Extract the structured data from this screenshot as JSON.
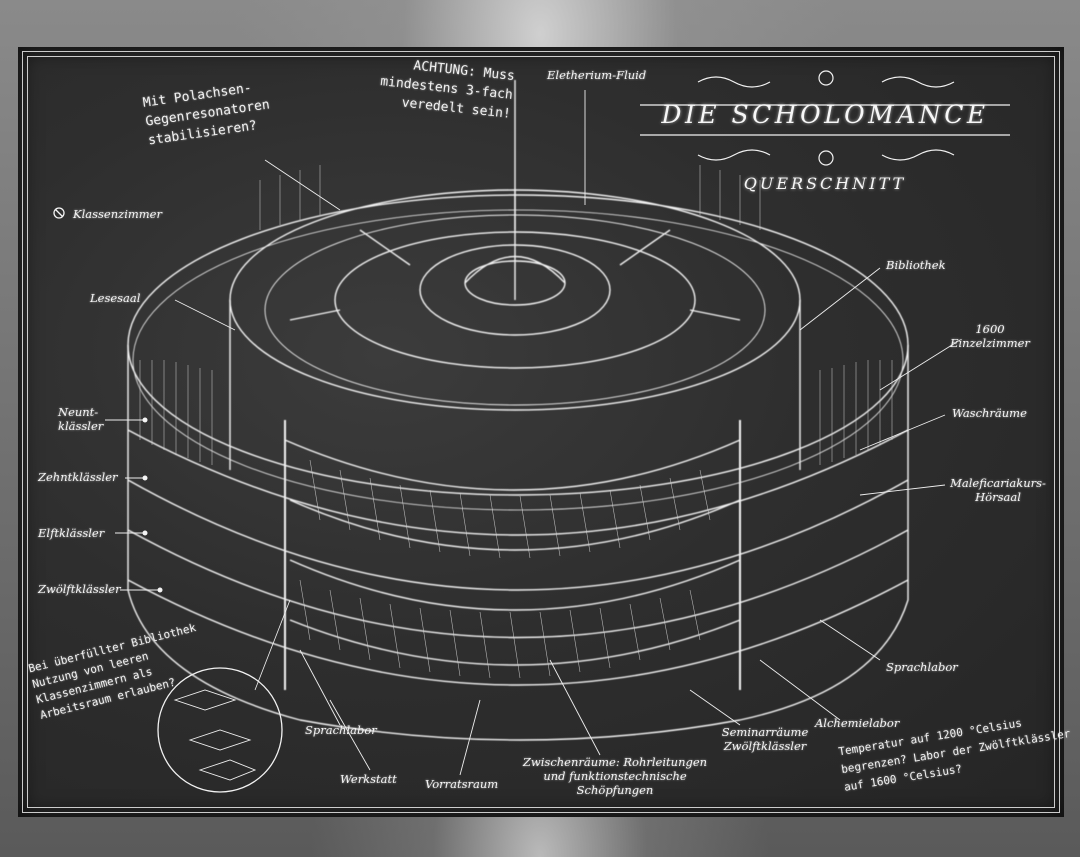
{
  "title": "DIE SCHOLOMANCE",
  "subtitle": "QUERSCHNITT",
  "legend": {
    "icon": "no-entry-icon",
    "label": "Klassenzimmer"
  },
  "notes": {
    "note1": [
      "Mit Polachsen-",
      "Gegenresonatoren",
      "stabilisieren?"
    ],
    "note2": [
      "ACHTUNG: Muss",
      "mindestens 3-fach",
      "veredelt sein!"
    ],
    "note3": [
      "Bei überfüllter Bibliothek",
      "Nutzung von leeren",
      "Klassenzimmern als",
      "Arbeitsraum erlauben?"
    ],
    "note4": [
      "Temperatur auf 1200 °Celsius",
      "begrenzen? Labor der Zwölftklässler",
      "auf 1600 °Celsius?"
    ]
  },
  "labels": {
    "eletherium": "Eletherium-Fluid",
    "lesesaal": "Lesesaal",
    "neunt": [
      "Neunt-",
      "klässler"
    ],
    "zehnt": "Zehntklässler",
    "elft": "Elftklässler",
    "zwoelft": "Zwölftklässler",
    "bibliothek": "Bibliothek",
    "einzelzimmer": [
      "1600",
      "Einzelzimmer"
    ],
    "waschraeume": "Waschräume",
    "hoersaal": [
      "Maleficariakurs-",
      "Hörsaal"
    ],
    "sprachlabor_r": "Sprachlabor",
    "alchemielabor": "Alchemielabor",
    "seminar": [
      "Seminarräume",
      "Zwölftklässler"
    ],
    "zwischen": [
      "Zwischenräume: Rohrleitungen",
      "und funktionstechnische",
      "Schöpfungen"
    ],
    "vorrat": "Vorratsraum",
    "werkstatt": "Werkstatt",
    "sprachlabor_l": "Sprachlabor"
  },
  "colors": {
    "chalk": "#f4f4f4",
    "board": "#2e2e2e",
    "frame": "#8a8a8a"
  }
}
